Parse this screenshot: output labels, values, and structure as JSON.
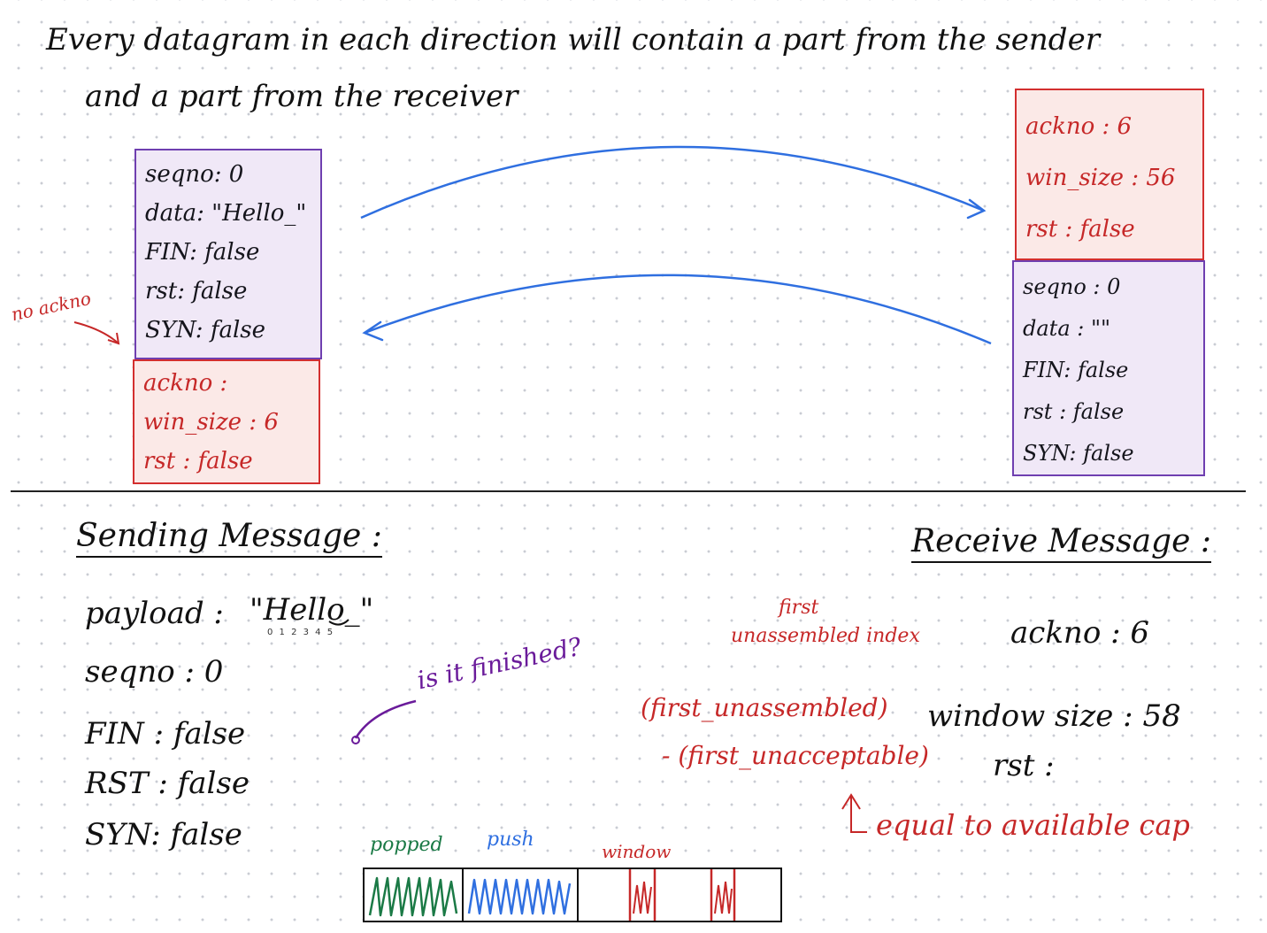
{
  "header": {
    "line1": "Every datagram  in each direction  will  contain  a part  from the  sender",
    "line2": "and  a part    from  the  receiver"
  },
  "left_segment": {
    "sender": {
      "seqno": "seqno:  0",
      "data": "data:  \"Hello_\"",
      "fin": "FIN:  false",
      "rst": "rst:  false",
      "syn": "SYN:  false"
    },
    "receiver": {
      "ackno": "ackno :",
      "win_size": "win_size : 6",
      "rst": "rst :  false"
    },
    "annotation": "no ackno"
  },
  "right_segment": {
    "receiver": {
      "ackno": "ackno : 6",
      "win_size": "win_size : 56",
      "rst": "rst :  false"
    },
    "sender": {
      "seqno": "seqno :  0",
      "data": "data :  \"\"",
      "fin": "FIN: false",
      "rst": "rst : false",
      "syn": "SYN: false"
    }
  },
  "sending": {
    "title": "Sending Message :",
    "payload_label": "payload :",
    "payload_value": "\"Hello_\"",
    "payload_indices": "0 1 2 3 4 5",
    "seqno": "seqno :   0",
    "fin": "FIN :   false",
    "rst": "RST :   false",
    "syn": "SYN:  false",
    "note": "is it finished?"
  },
  "receive": {
    "title": "Receive Message :",
    "ackno": "ackno :  6",
    "window_size": "window size :  58",
    "rst": "rst :",
    "first_label_1": "first",
    "first_label_2": "unassembled  index",
    "formula_1": "(first_unassembled)",
    "formula_2": "- (first_unacceptable)",
    "note": "equal  to  available  cap"
  },
  "buffer": {
    "popped_label": "popped",
    "push_label": "push",
    "window_label": "window"
  },
  "colors": {
    "sender_box": "#f0e8f7",
    "receiver_box": "#fbe9e7",
    "arrow": "#2f6fe0",
    "popped": "#1b7a46",
    "push": "#2f6fe0",
    "window": "#c62828"
  }
}
